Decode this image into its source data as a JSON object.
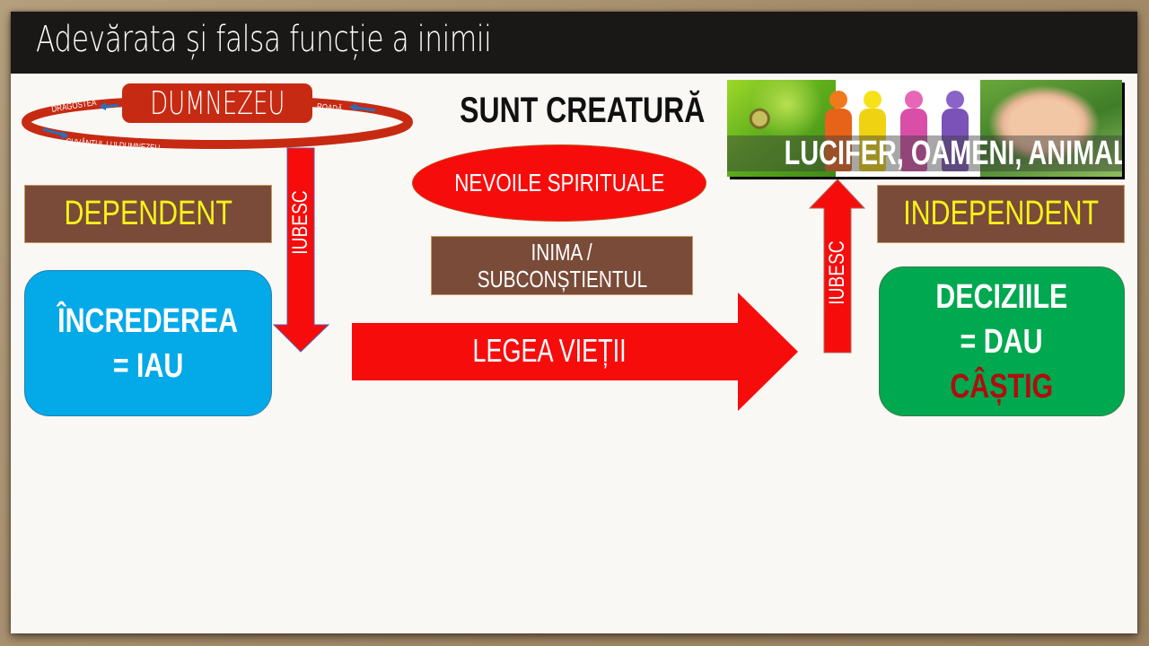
{
  "slide": {
    "title": "Adevărata și falsa funcție a inimii"
  },
  "cycle": {
    "center_label": "DUMNEZEU",
    "left_label": "DRAGOSTEA",
    "right_label": "ROADĂ",
    "bottom_label": "CUVÂNTUL LUI DUMNEZEU"
  },
  "center": {
    "heading": "SUNT CREATURĂ",
    "needs": "NEVOILE SPIRITUALE",
    "heart_line1": "INIMA /",
    "heart_line2": "SUBCONȘTIENTUL",
    "law_arrow": "LEGEA VIEȚII"
  },
  "left": {
    "status": "DEPENDENT",
    "arrow_label": "IUBESC",
    "box_line1": "ÎNCREDEREA",
    "box_line2": "= IAU"
  },
  "right": {
    "image_caption": "LUCIFER, OAMENI, ANIMALE",
    "image_panels": [
      "snake-photo",
      "people-figures",
      "kitten-photo"
    ],
    "status": "INDEPENDENT",
    "arrow_label": "IUBESC",
    "box_line1": "DECIZIILE",
    "box_line2": "= DAU",
    "box_line3": "CÂȘTIG"
  },
  "colors": {
    "title_bar": "#1a1816",
    "cycle_red": "#c72a12",
    "arrow_red": "#f70c0c",
    "brown": "#7a4b38",
    "yellow_text": "#f7f31a",
    "blue_box": "#04a9e8",
    "green_box": "#00a84f",
    "castig_red": "#b00d0d"
  }
}
